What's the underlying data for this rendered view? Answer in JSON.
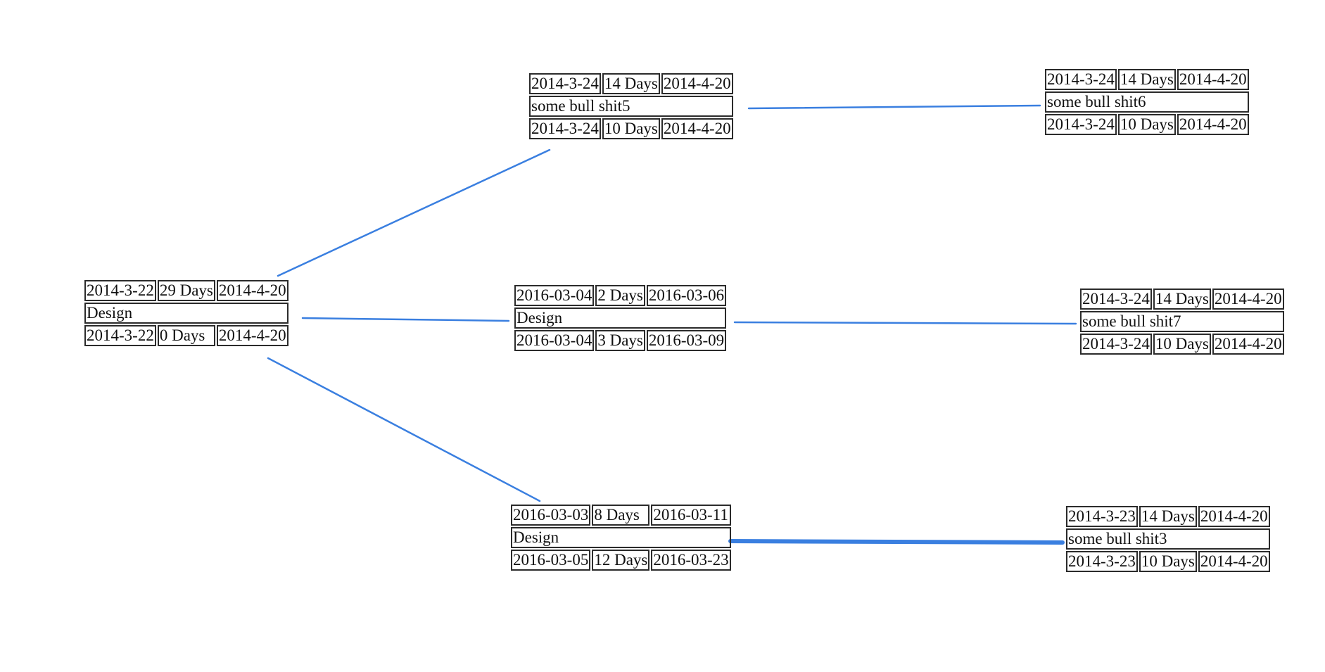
{
  "colors": {
    "edge": "#3a7fe0",
    "border": "#2b2b2b"
  },
  "nodes": [
    {
      "id": "root",
      "es": "2014-3-22",
      "dur": "29 Days",
      "ef": "2014-4-20",
      "name": "Design",
      "ls": "2014-3-22",
      "slack": "0 Days",
      "lf": "2014-4-20"
    },
    {
      "id": "n5",
      "es": "2014-3-24",
      "dur": "14 Days",
      "ef": "2014-4-20",
      "name": "some bull shit5",
      "ls": "2014-3-24",
      "slack": "10 Days",
      "lf": "2014-4-20"
    },
    {
      "id": "n6",
      "es": "2014-3-24",
      "dur": "14 Days",
      "ef": "2014-4-20",
      "name": "some bull shit6",
      "ls": "2014-3-24",
      "slack": "10 Days",
      "lf": "2014-4-20"
    },
    {
      "id": "mid",
      "es": "2016-03-04",
      "dur": "2 Days",
      "ef": "2016-03-06",
      "name": "Design",
      "ls": "2016-03-04",
      "slack": "3 Days",
      "lf": "2016-03-09"
    },
    {
      "id": "n7",
      "es": "2014-3-24",
      "dur": "14 Days",
      "ef": "2014-4-20",
      "name": "some bull shit7",
      "ls": "2014-3-24",
      "slack": "10 Days",
      "lf": "2014-4-20"
    },
    {
      "id": "bot",
      "es": "2016-03-03",
      "dur": "8 Days",
      "ef": "2016-03-11",
      "name": "Design",
      "ls": "2016-03-05",
      "slack": "12 Days",
      "lf": "2016-03-23"
    },
    {
      "id": "n3",
      "es": "2014-3-23",
      "dur": "14 Days",
      "ef": "2014-4-20",
      "name": "some bull shit3",
      "ls": "2014-3-23",
      "slack": "10 Days",
      "lf": "2014-4-20"
    }
  ],
  "edges": [
    {
      "from": "root",
      "to": "n5",
      "critical": false
    },
    {
      "from": "root",
      "to": "mid",
      "critical": false
    },
    {
      "from": "root",
      "to": "bot",
      "critical": false
    },
    {
      "from": "n5",
      "to": "n6",
      "critical": false
    },
    {
      "from": "mid",
      "to": "n7",
      "critical": false
    },
    {
      "from": "bot",
      "to": "n3",
      "critical": true
    }
  ]
}
